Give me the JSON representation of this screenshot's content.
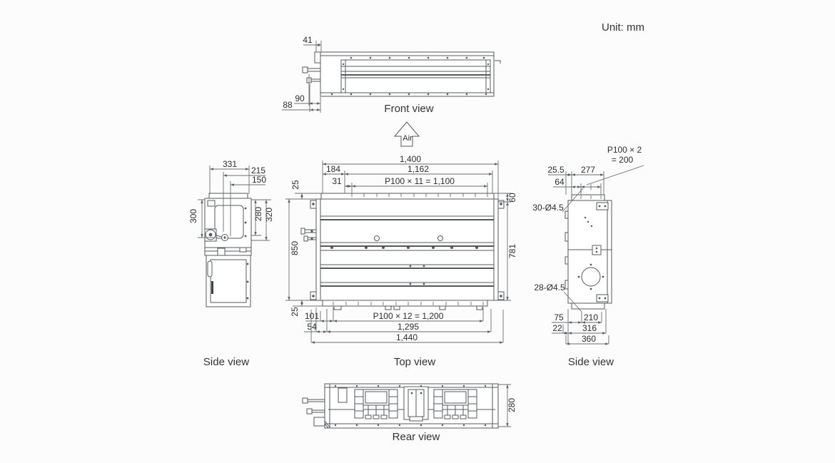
{
  "unit_label": "Unit: mm",
  "air_label": "Air",
  "views": {
    "front": {
      "label": "Front view",
      "dims": {
        "d41": "41",
        "d90": "90",
        "d88": "88"
      }
    },
    "top": {
      "label": "Top view",
      "dims": {
        "d1400": "1,400",
        "d1162": "1,162",
        "d184": "184",
        "d31": "31",
        "p11": "P100 × 11 = 1,100",
        "d25_top": "25",
        "d850": "850",
        "d60": "60",
        "d781": "781",
        "d25_bottom": "25",
        "d101": "101",
        "p12": "P100 × 12 = 1,200",
        "d54": "54",
        "d1295": "1,295",
        "d1440": "1,440"
      }
    },
    "side_left": {
      "label": "Side view",
      "dims": {
        "d331": "331",
        "d215": "215",
        "d150": "150",
        "d300": "300",
        "d280": "280",
        "d320": "320"
      }
    },
    "side_right": {
      "label": "Side view",
      "dims": {
        "d25_5": "25.5",
        "d277": "277",
        "d64": "64",
        "p2_line1": "P100 × 2",
        "p2_line2": "= 200",
        "holes_top": "30-Ø4.5",
        "holes_bottom": "28-Ø4.5",
        "d75": "75",
        "d210": "210",
        "d22": "22",
        "d316": "316",
        "d360": "360"
      }
    },
    "rear": {
      "label": "Rear view",
      "dims": {
        "d280": "280"
      }
    }
  }
}
